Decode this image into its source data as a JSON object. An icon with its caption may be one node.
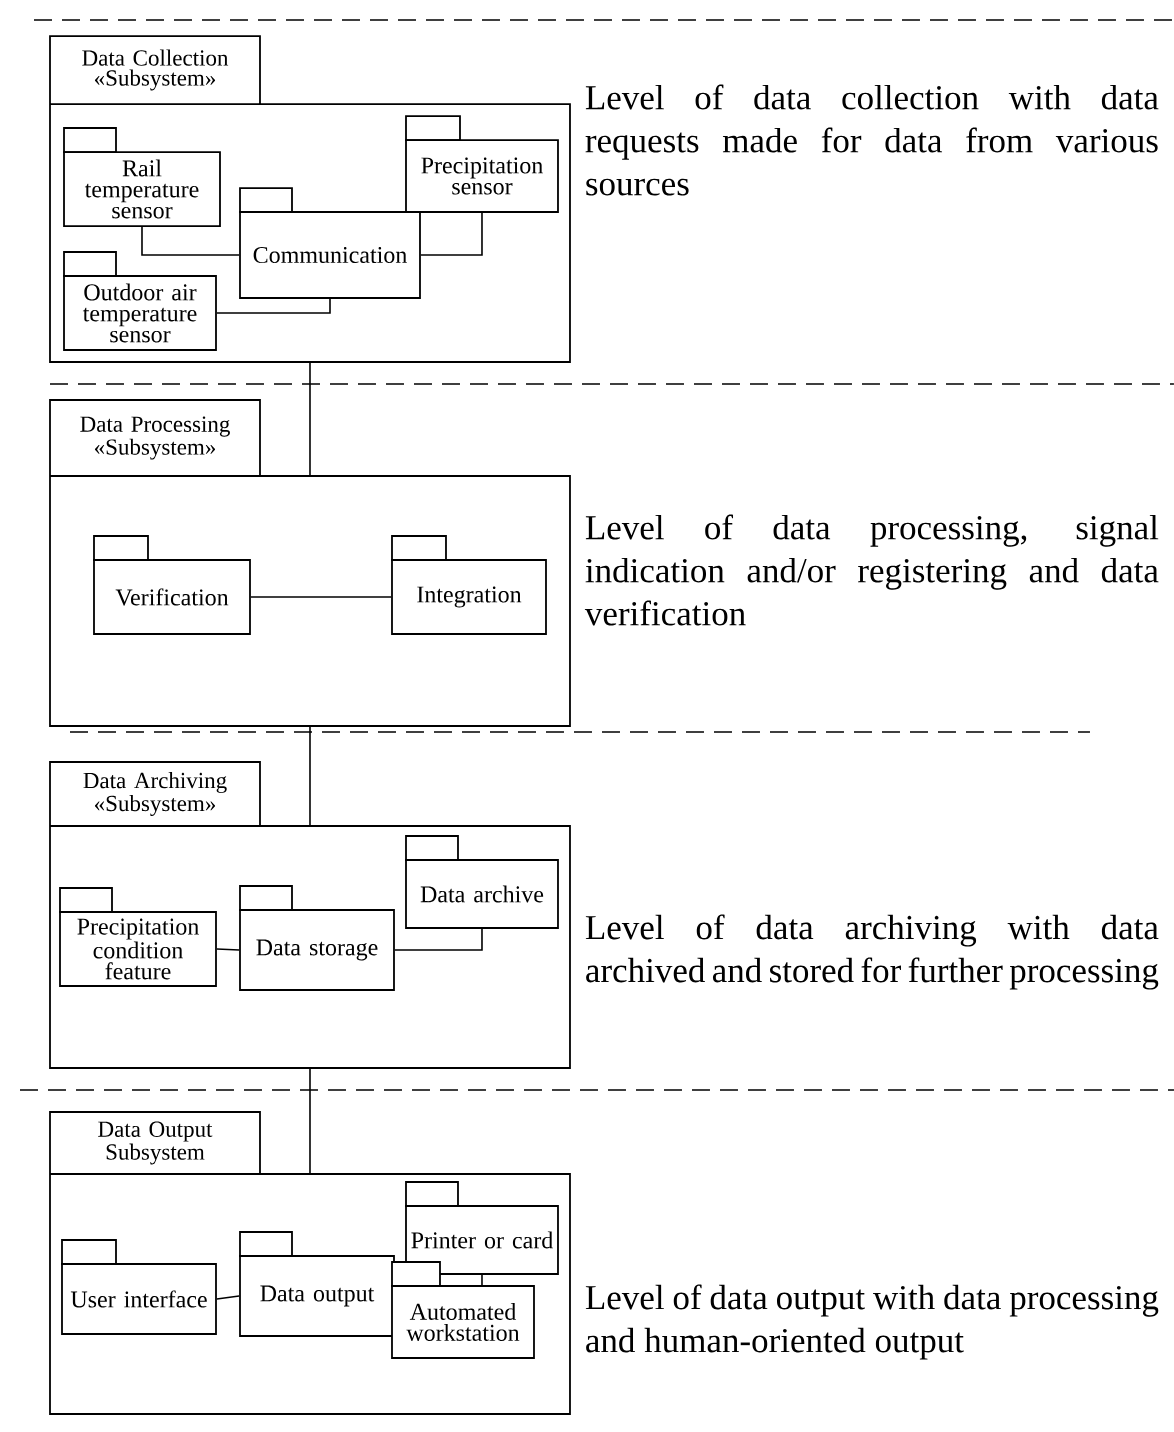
{
  "diagram": {
    "nodes": [
      {
        "text": [
          "Data Collection «Subsystem»"
        ],
        "beside": [
          "Level of data collection with data requests made for data from various sources"
        ]
      },
      {
        "text": [
          "Rail temperature sensor"
        ],
        "in": 0
      },
      {
        "text": [
          "Precipitation sensor"
        ],
        "in": 0
      },
      {
        "text": [
          "Communication"
        ],
        "in": 0
      },
      {
        "text": [
          "Outdoor air temperature sensor"
        ],
        "in": 0
      },
      {
        "text": [
          "Data Processing «Subsystem»"
        ],
        "beside": [
          "Level of data processing, signal indication and/or registering and data verification"
        ]
      },
      {
        "text": [
          "Verification"
        ],
        "in": 5
      },
      {
        "text": [
          "Integration"
        ],
        "in": 5
      },
      {
        "text": [
          "Data Archiving «Subsystem»"
        ],
        "beside": [
          "Level of data archiving with data archived and stored for further processing"
        ]
      },
      {
        "text": [
          "Data archive"
        ],
        "in": 8
      },
      {
        "text": [
          "Precipitation condition feature"
        ],
        "in": 8
      },
      {
        "text": [
          "Data storage"
        ],
        "in": 8
      },
      {
        "text": [
          "Data Output Subsystem"
        ],
        "beside": [
          "Level of data output with data processing and human-oriented output"
        ]
      },
      {
        "text": [
          "Printer or card"
        ],
        "in": 12
      },
      {
        "text": [
          "User interface"
        ],
        "in": 12
      },
      {
        "text": [
          "Data output"
        ],
        "in": 12
      },
      {
        "text": [
          "Automated workstation"
        ],
        "in": 12
      }
    ],
    "edges": [
      {
        "from": 1,
        "to": 3,
        "arrow": "none"
      },
      {
        "from": 4,
        "to": 3,
        "arrow": "none"
      },
      {
        "from": 3,
        "to": 2,
        "arrow": "none"
      },
      {
        "from": 0,
        "to": 5,
        "arrow": "none"
      },
      {
        "from": 6,
        "to": 7,
        "arrow": "none"
      },
      {
        "from": 5,
        "to": 8,
        "arrow": "none"
      },
      {
        "from": 10,
        "to": 11,
        "arrow": "none"
      },
      {
        "from": 11,
        "to": 9,
        "arrow": "none"
      },
      {
        "from": 8,
        "to": 12,
        "arrow": "none"
      },
      {
        "from": 14,
        "to": 15,
        "arrow": "none"
      },
      {
        "from": 13,
        "to": 16,
        "arrow": "none"
      }
    ]
  }
}
